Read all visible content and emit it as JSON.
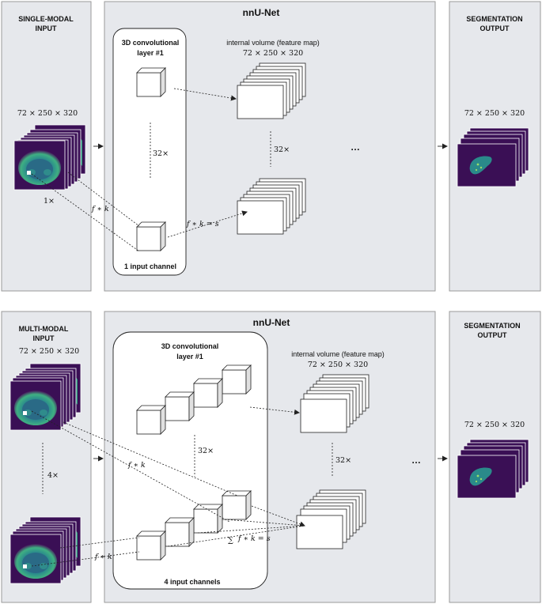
{
  "top": {
    "input_title": [
      "SINGLE-MODAL",
      "INPUT"
    ],
    "input_dims": "72 × 250 × 320",
    "multiplier": "1×",
    "conv_kernel": "f ∗ k",
    "net_title": "nnU-Net",
    "conv_title": [
      "3D convolutional",
      "layer #1"
    ],
    "repeat": "32×",
    "channels_label": "1 input channel",
    "feature_title": "internal volume (feature map)",
    "feature_dims": "72 × 250 × 320",
    "feature_repeat": "32×",
    "result": "f ∗ k = s",
    "ellipsis": "…",
    "output_title": [
      "SEGMENTATION",
      "OUTPUT"
    ],
    "output_dims": "72 × 250 × 320"
  },
  "bottom": {
    "input_title": [
      "MULTI-MODAL",
      "INPUT"
    ],
    "input_dims": "72 × 250 × 320",
    "modal_repeat": "4×",
    "conv_kernel_upper": "f ∗ k",
    "conv_kernel_lower": "f ∗ k",
    "net_title": "nnU-Net",
    "conv_title": [
      "3D convolutional",
      "layer #1"
    ],
    "repeat": "32×",
    "channels_label": "4 input channels",
    "feature_title": "internal volume (feature map)",
    "feature_dims": "72 × 250 × 320",
    "feature_repeat": "32×",
    "result_sum": "∑",
    "result": "f ∗ k = s",
    "ellipsis": "…",
    "output_title": [
      "SEGMENTATION",
      "OUTPUT"
    ],
    "output_dims": "72 × 250 × 320"
  },
  "colors": {
    "panel_fill": "#e6e8ec",
    "panel_stroke": "#9a9a9a",
    "scan_purple": "#46125a",
    "scan_teal": "#2a7f8c",
    "scan_green": "#46c07a",
    "liver": "#2a8a8a"
  }
}
